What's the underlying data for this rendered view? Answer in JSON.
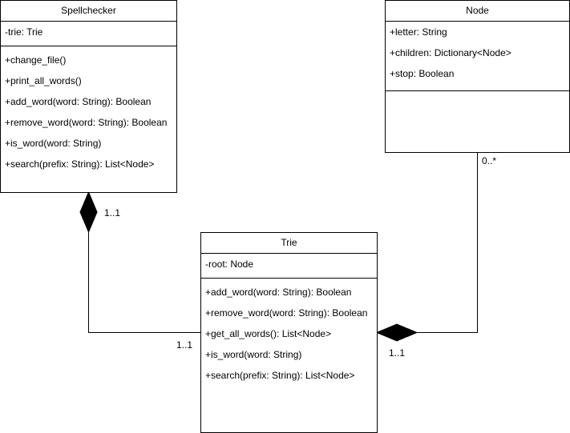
{
  "classes": {
    "spellchecker": {
      "name": "Spellchecker",
      "attributes": [
        "-trie: Trie"
      ],
      "methods": [
        "+change_file()",
        "+print_all_words()",
        "+add_word(word: String): Boolean",
        "+remove_word(word: String): Boolean",
        "+is_word(word: String)",
        "+search(prefix: String): List<Node>"
      ]
    },
    "node": {
      "name": "Node",
      "attributes": [
        "+letter: String",
        "+children: Dictionary<Node>",
        "+stop: Boolean"
      ],
      "methods": []
    },
    "trie": {
      "name": "Trie",
      "attributes": [
        "-root: Node"
      ],
      "methods": [
        "+add_word(word: String): Boolean",
        "+remove_word(word: String): Boolean",
        "+get_all_words(): List<Node>",
        "+is_word(word: String)",
        "+search(prefix: String): List<Node>"
      ]
    }
  },
  "associations": {
    "spellchecker_trie": {
      "kind": "composition",
      "whole_multiplicity": "1..1",
      "part_multiplicity": "1..1"
    },
    "trie_node": {
      "kind": "composition",
      "whole_multiplicity": "1..1",
      "part_multiplicity": "0..*"
    }
  }
}
